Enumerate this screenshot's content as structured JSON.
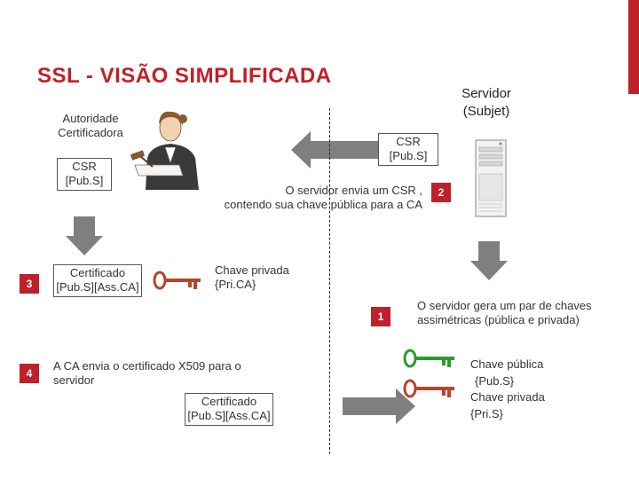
{
  "title": "SSL - VISÃO SIMPLIFICADA",
  "server_label": [
    "Servidor",
    "(Subjet)"
  ],
  "ca_label": [
    "Autoridade",
    "Certificadora"
  ],
  "csr_left": [
    "CSR",
    "[Pub.S]"
  ],
  "csr_right": [
    "CSR",
    "[Pub.S]"
  ],
  "send_note": [
    "O servidor envia um CSR ,",
    "contendo sua chave pública para a CA"
  ],
  "cert_ca": [
    "Certificado",
    "[Pub.S][Ass.CA]"
  ],
  "ca_private_key": [
    "Chave privada",
    "{Pri.CA}"
  ],
  "gen_note": [
    "O servidor gera um par de chaves",
    "assimétricas (pública e privada)"
  ],
  "return_note": [
    "A CA envia o certificado X509 para o",
    "servidor"
  ],
  "cert_return": [
    "Certificado",
    "[Pub.S][Ass.CA]"
  ],
  "server_keys": [
    "Chave pública",
    "{Pub.S}",
    "Chave privada",
    "{Pri.S}"
  ],
  "steps": [
    "1",
    "2",
    "3",
    "4"
  ],
  "colors": {
    "accent": "#c0202a",
    "arrow_gray": "#7f7f7f",
    "public_key": "#2e9a2e",
    "private_key": "#b5452c"
  },
  "icons": {
    "ca_person": "judge-icon",
    "server": "server-tower-icon",
    "key_public": "green-key-icon",
    "key_private": "red-key-icon"
  }
}
